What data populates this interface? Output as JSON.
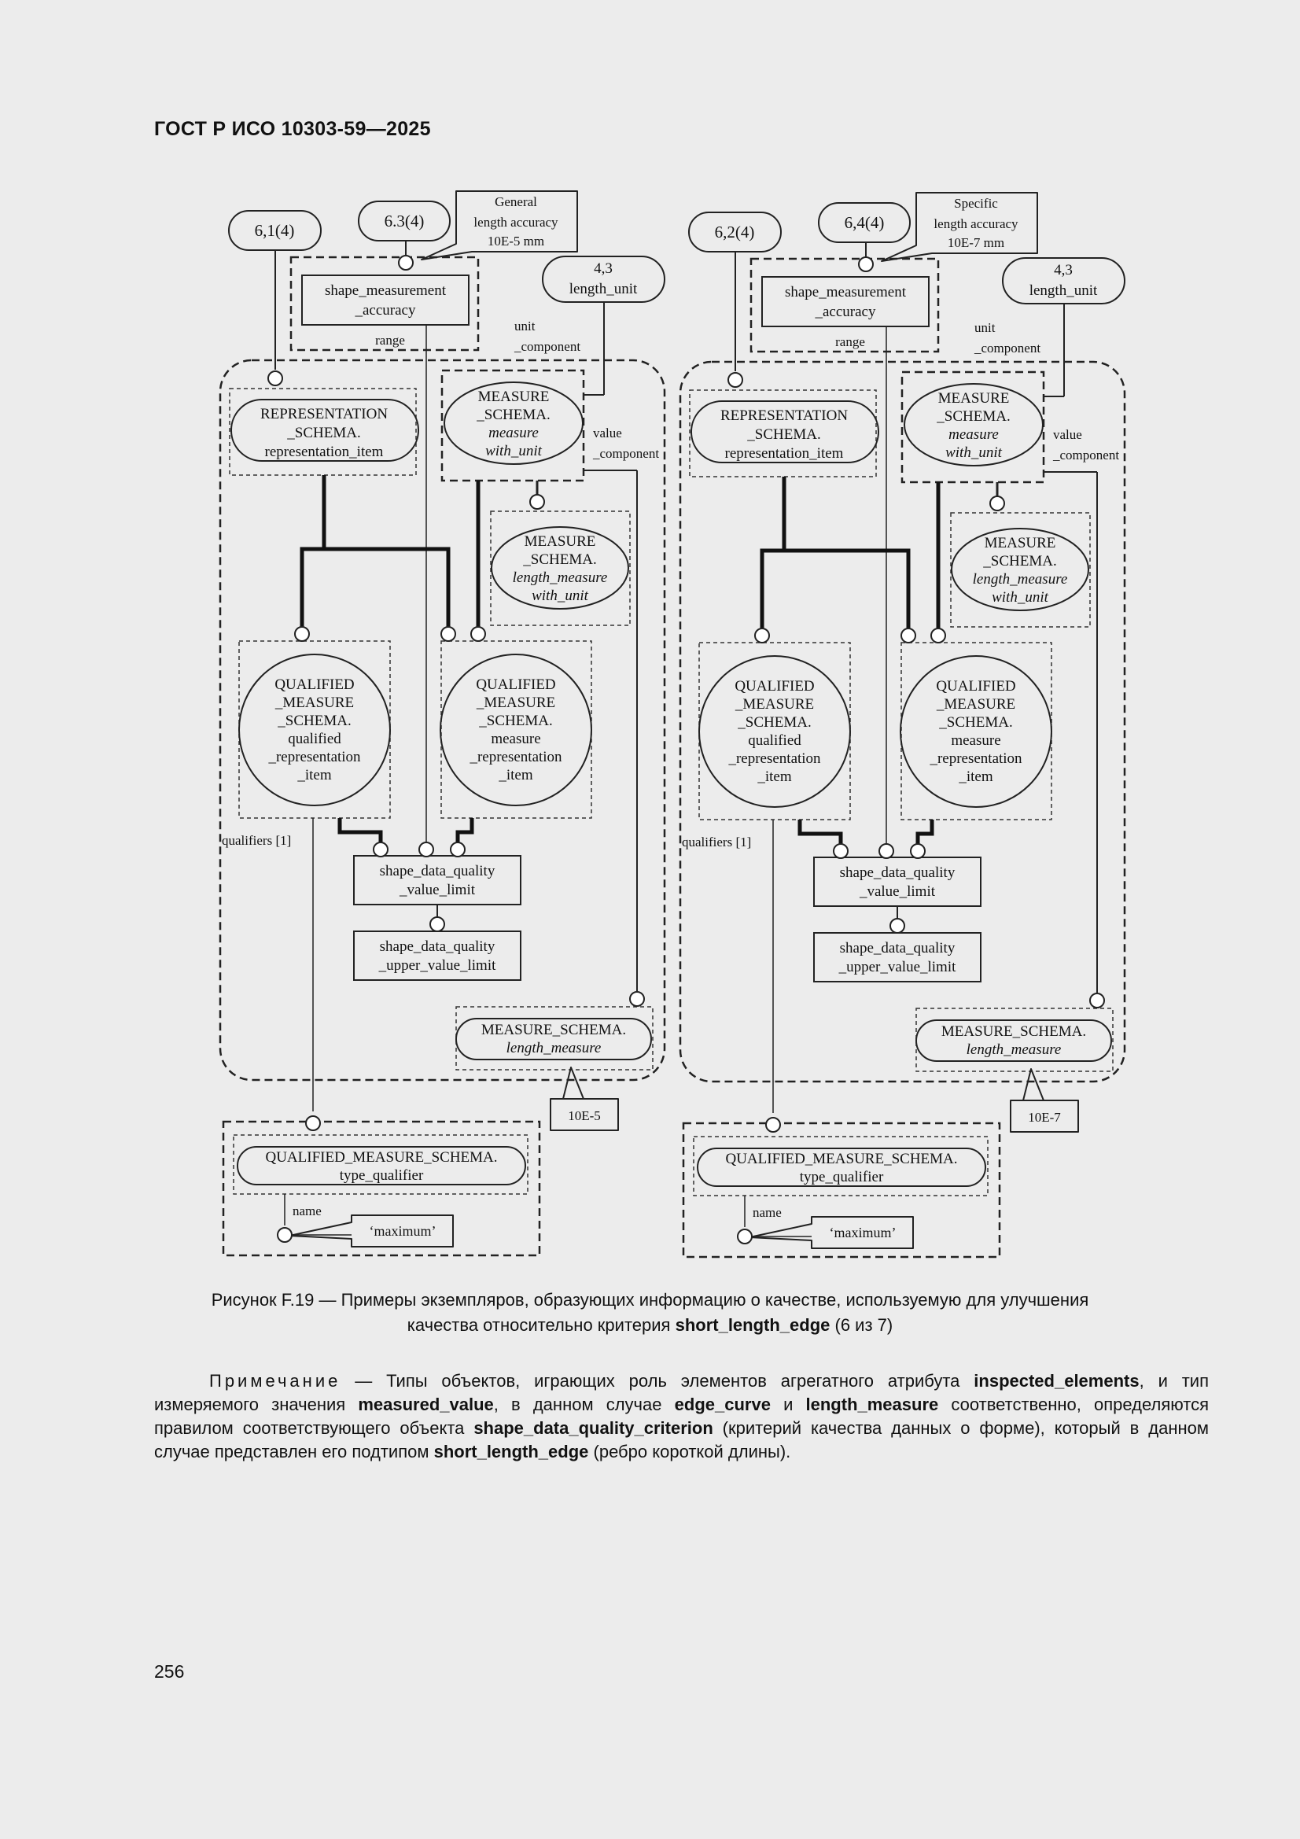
{
  "header": {
    "doc_id": "ГОСТ Р ИСО 10303-59—2025"
  },
  "diagram": {
    "left": {
      "ref_rep": "6,1(4)",
      "ref_acc": "6.3(4)",
      "ref_unit": [
        "4,3",
        "length_unit"
      ],
      "note_accuracy": [
        "General",
        "length accuracy",
        "10E-5 mm"
      ],
      "value_note": "10E-5"
    },
    "right": {
      "ref_rep": "6,2(4)",
      "ref_acc": "6,4(4)",
      "ref_unit": [
        "4,3",
        "length_unit"
      ],
      "note_accuracy": [
        "Specific",
        "length accuracy",
        "10E-7 mm"
      ],
      "value_note": "10E-7"
    },
    "entities": {
      "accuracy": [
        "shape_measurement",
        "_accuracy"
      ],
      "rep_item": [
        "REPRESENTATION",
        "_SCHEMA.",
        "representation_item"
      ],
      "mwu": [
        "MEASURE",
        "_SCHEMA.",
        "measure",
        "with_unit"
      ],
      "lmwu": [
        "MEASURE",
        "_SCHEMA.",
        "length_measure",
        "with_unit"
      ],
      "qri": [
        "QUALIFIED",
        "_MEASURE",
        "_SCHEMA.",
        "qualified",
        "_representation",
        "_item"
      ],
      "mri": [
        "QUALIFIED",
        "_MEASURE",
        "_SCHEMA.",
        "measure",
        "_representation",
        "_item"
      ],
      "vlimit": [
        "shape_data_quality",
        "_value_limit"
      ],
      "uvlimit": [
        "shape_data_quality",
        "_upper_value_limit"
      ],
      "lm": [
        "MEASURE_SCHEMA.",
        "length_measure"
      ],
      "tq": [
        "QUALIFIED_MEASURE_SCHEMA.",
        "type_qualifier"
      ],
      "maximum": "‘maximum’"
    },
    "labels": {
      "range": "range",
      "unit_component": [
        "unit",
        "_component"
      ],
      "value_component": [
        "value",
        "_component"
      ],
      "qualifiers": "qualifiers [1]",
      "name": "name"
    }
  },
  "caption": {
    "line1": "Рисунок F.19 — Примеры экземпляров, образующих информацию о качестве, используемую для улучшения",
    "line2_prefix": "качества относительно критерия ",
    "line2_bold": "short_length_edge",
    "line2_suffix": " (6 из 7)"
  },
  "note": {
    "label": "Примечание",
    "t1": " — Типы объектов, играющих роль элементов агрегатного атрибута ",
    "b1": "inspected_elements",
    "t2": ", и тип измеряемого значения ",
    "b2": "measured_value",
    "t3": ", в данном случае ",
    "b3": "edge_curve",
    "t4": " и ",
    "b4": "length_measure",
    "t5": " соответственно, определяются правилом соответствующего объекта ",
    "b5": "shape_data_quality_criterion",
    "t6": " (критерий качества данных о форме), который в данном случае представлен его подтипом ",
    "b6": "short_length_edge",
    "t7": " (ребро короткой длины)."
  },
  "page_number": "256"
}
